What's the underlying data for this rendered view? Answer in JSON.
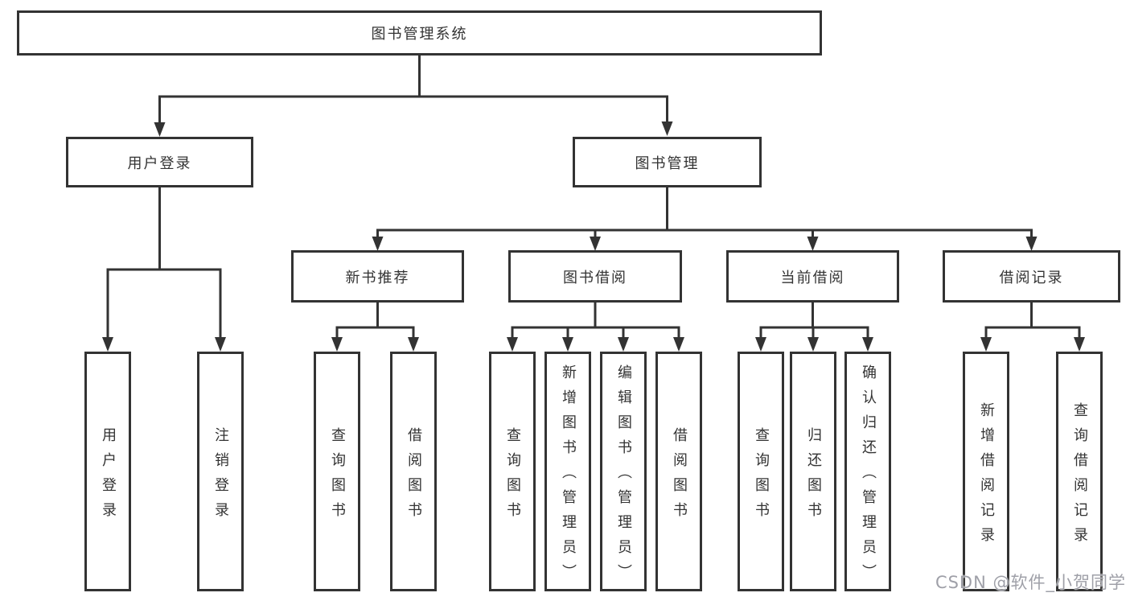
{
  "diagram": {
    "title_node": {
      "label": "图书管理系统"
    },
    "level2": [
      {
        "label": "用户登录"
      },
      {
        "label": "图书管理"
      }
    ],
    "level3": [
      {
        "label": "新书推荐"
      },
      {
        "label": "图书借阅"
      },
      {
        "label": "当前借阅"
      },
      {
        "label": "借阅记录"
      }
    ],
    "leaves": {
      "login": [
        {
          "label": "用户登录"
        },
        {
          "label": "注销登录"
        }
      ],
      "recommend": [
        {
          "label": "查询图书"
        },
        {
          "label": "借阅图书"
        }
      ],
      "borrow": [
        {
          "label": "查询图书"
        },
        {
          "label": "新增图书（管理员）"
        },
        {
          "label": "编辑图书（管理员）"
        },
        {
          "label": "借阅图书"
        }
      ],
      "current": [
        {
          "label": "查询图书"
        },
        {
          "label": "归还图书"
        },
        {
          "label": "确认归还（管理员）"
        }
      ],
      "records": [
        {
          "label": "新增借阅记录"
        },
        {
          "label": "查询借阅记录"
        }
      ]
    }
  },
  "watermark": {
    "text": "CSDN @软件_小贺同学"
  },
  "colors": {
    "line": "#333333",
    "text": "#333333",
    "watermark": "#9fa0a8"
  }
}
